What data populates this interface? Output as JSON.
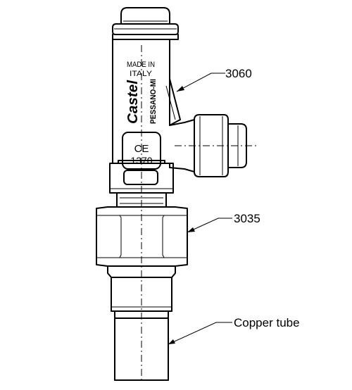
{
  "markings": {
    "made_in": "MADE IN",
    "country": "ITALY",
    "brand": "Castel",
    "place": "PESSANO-MI",
    "ce": "CE",
    "notified_body": "1370"
  },
  "callouts": {
    "valve_cap": "3060",
    "nut": "3035",
    "tube": "Copper tube"
  }
}
